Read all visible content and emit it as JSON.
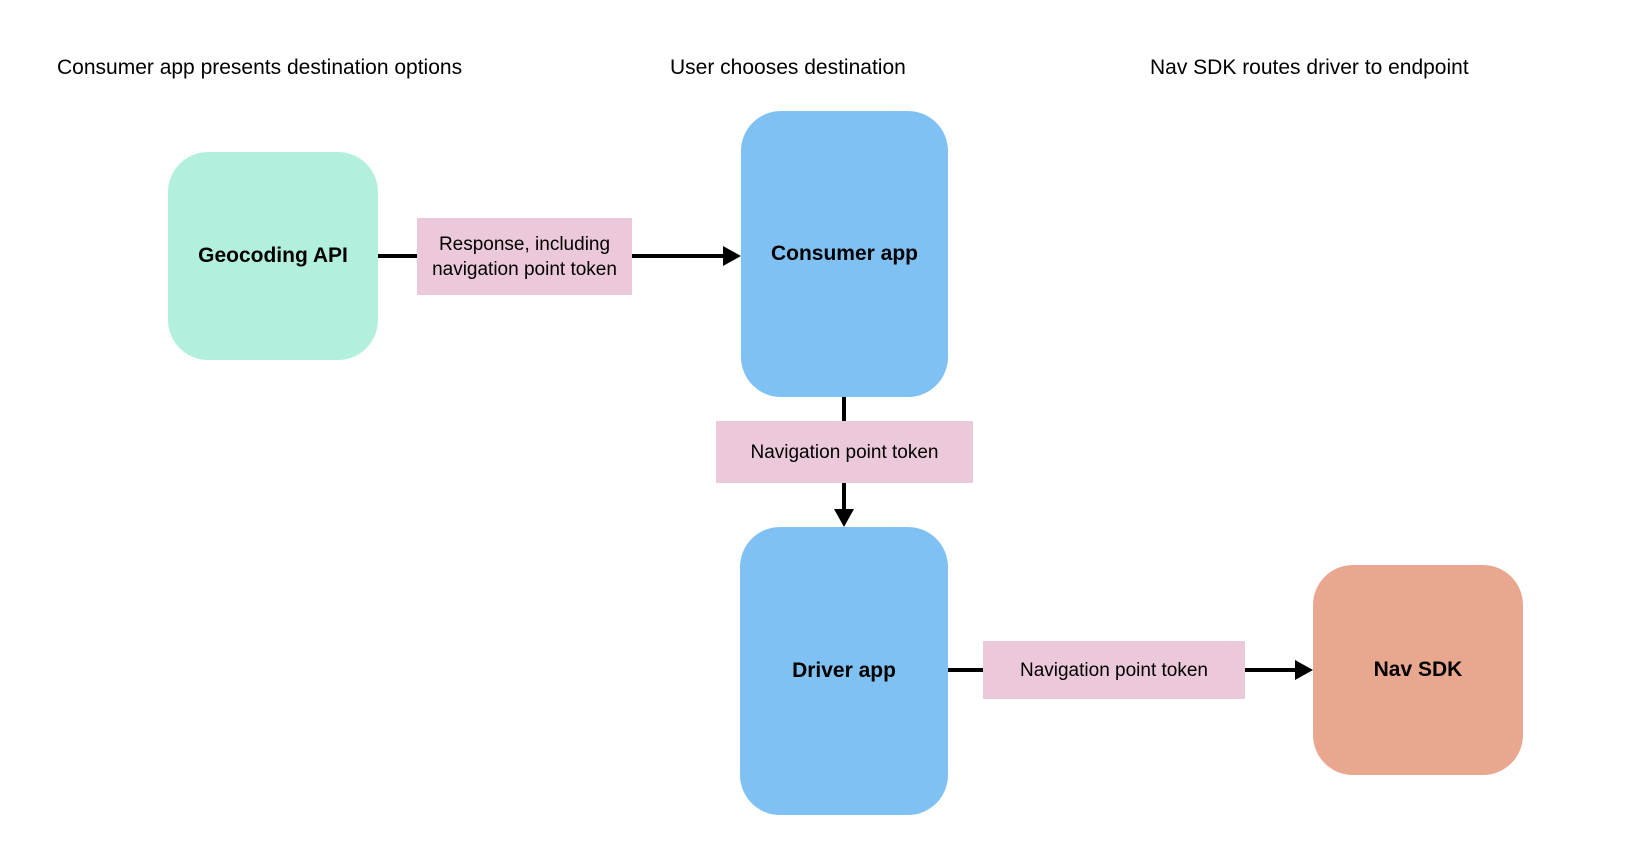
{
  "colors": {
    "background": "#ffffff",
    "text": "#000000",
    "node_green": "#b2f0dd",
    "node_blue": "#7fc1f2",
    "node_orange": "#e8a78e",
    "edge_label_pink": "#ecc9da",
    "connector": "#000000"
  },
  "diagram": {
    "phases": [
      {
        "label": "Consumer app presents destination options"
      },
      {
        "label": "User chooses destination"
      },
      {
        "label": "Nav SDK routes driver to endpoint"
      }
    ],
    "nodes": {
      "geocoding_api": {
        "label": "Geocoding API"
      },
      "consumer_app": {
        "label": "Consumer app"
      },
      "driver_app": {
        "label": "Driver app"
      },
      "nav_sdk": {
        "label": "Nav SDK"
      }
    },
    "edges": {
      "geocoding_to_consumer": {
        "label": "Response, including navigation point token"
      },
      "consumer_to_driver": {
        "label": "Navigation point token"
      },
      "driver_to_navsdk": {
        "label": "Navigation point token"
      }
    }
  }
}
